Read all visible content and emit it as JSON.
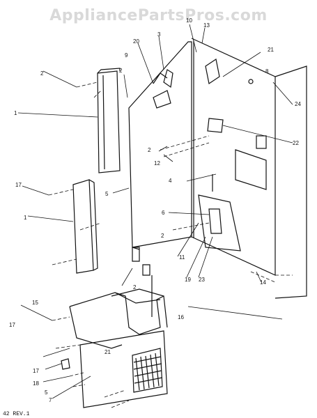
{
  "watermark": "AppliancePartsPros.com",
  "revision": "42 REV.1",
  "callouts": [
    "1",
    "2",
    "3",
    "4",
    "5",
    "6",
    "7",
    "8",
    "9",
    "10",
    "11",
    "12",
    "13",
    "14",
    "15",
    "16",
    "17",
    "18",
    "19",
    "20",
    "21",
    "22",
    "23",
    "24"
  ]
}
